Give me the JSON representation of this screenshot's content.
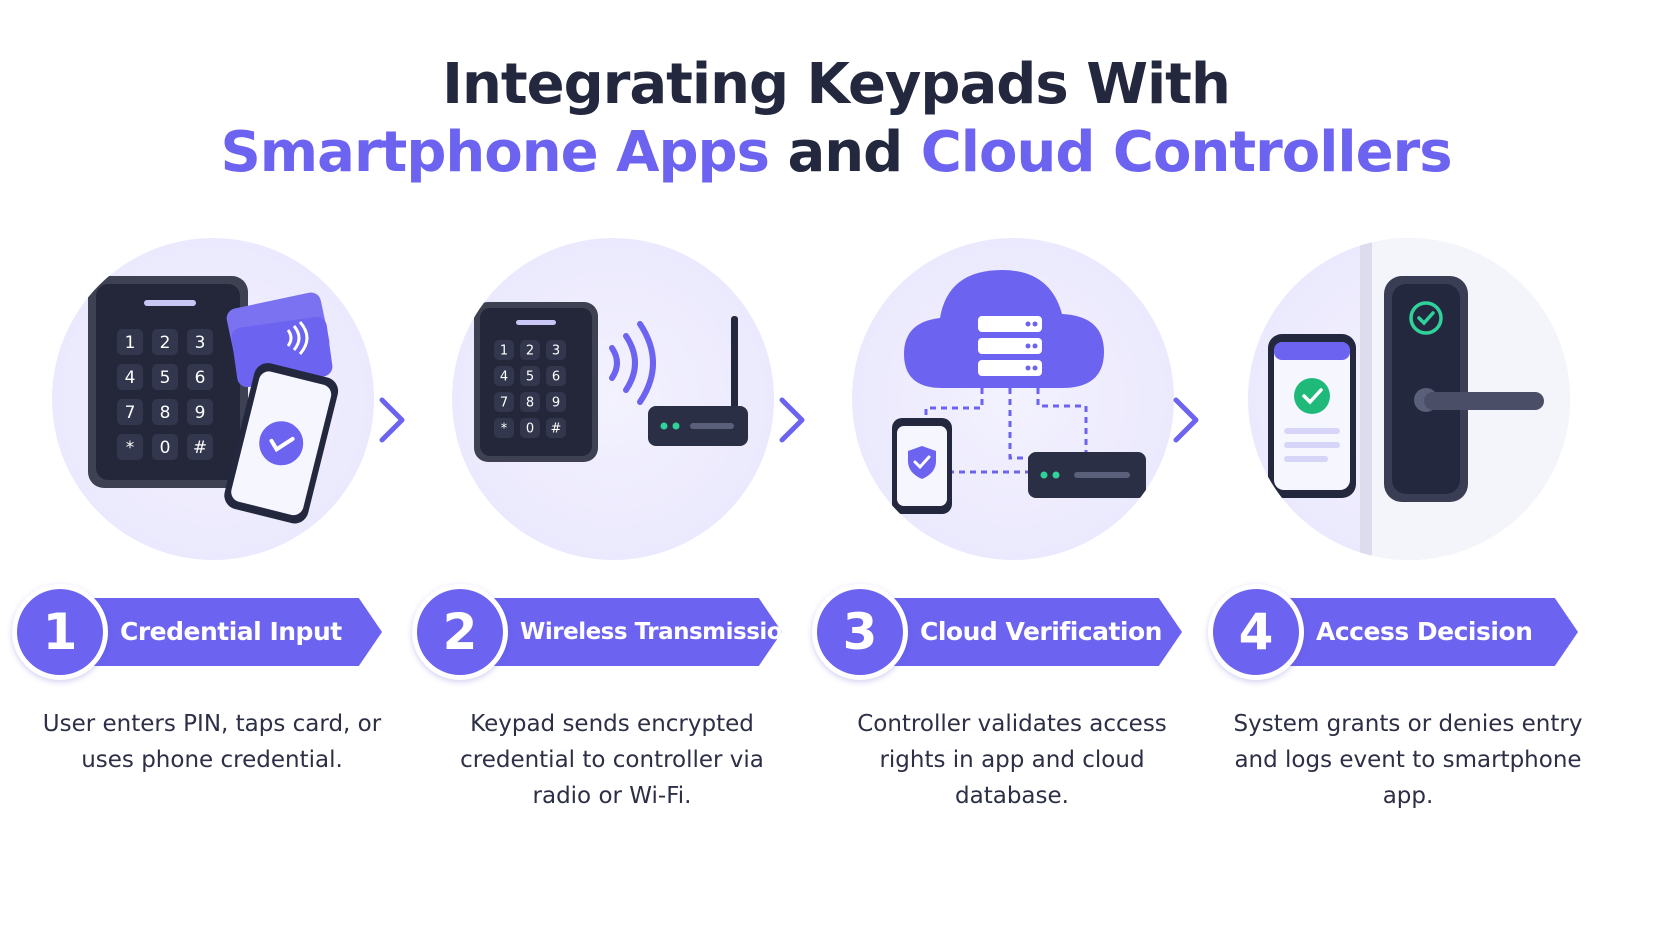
{
  "title": {
    "line1": "Integrating Keypads With",
    "line2_a": "Smartphone Apps",
    "line2_and": " and ",
    "line2_b": "Cloud Controllers"
  },
  "steps": [
    {
      "number": "1",
      "label": "Credential Input",
      "description": "User enters PIN, taps card, or uses phone credential."
    },
    {
      "number": "2",
      "label": "Wireless Transmission",
      "description": "Keypad sends encrypted credential to controller via radio or Wi-Fi."
    },
    {
      "number": "3",
      "label": "Cloud Verification",
      "description": "Controller validates access rights in app and cloud database."
    },
    {
      "number": "4",
      "label": "Access Decision",
      "description": "System grants or denies entry and logs event to smartphone app."
    }
  ],
  "keypad_keys": [
    "1",
    "2",
    "3",
    "4",
    "5",
    "6",
    "7",
    "8",
    "9",
    "*",
    "0",
    "#"
  ],
  "colors": {
    "accent": "#6c63f0",
    "dark": "#23283f",
    "check": "#1fb97a"
  },
  "icons": [
    "keypad-icon",
    "rfid-card-icon",
    "smartphone-icon",
    "check-icon",
    "wifi-waves-icon",
    "router-icon",
    "cloud-server-icon",
    "shield-icon",
    "smart-lock-icon",
    "chevron-right-icon"
  ]
}
